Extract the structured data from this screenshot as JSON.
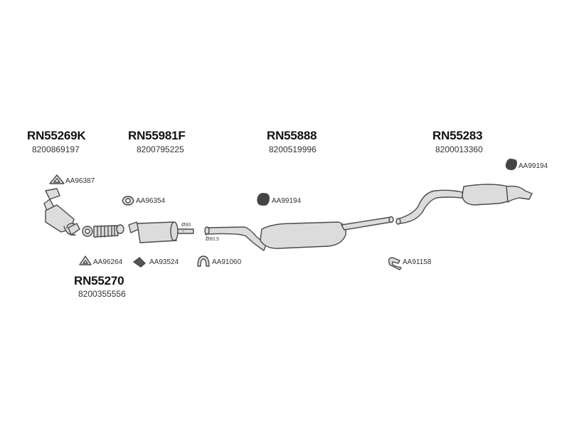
{
  "groups": [
    {
      "code": "RN55269K",
      "oem": "8200869197"
    },
    {
      "code": "RN55981F",
      "oem": "8200795225"
    },
    {
      "code": "RN55888",
      "oem": "8200519996"
    },
    {
      "code": "RN55283",
      "oem": "8200013360"
    },
    {
      "code": "RN55270",
      "oem": "8200355556"
    }
  ],
  "accessories": [
    {
      "code": "AA96387",
      "icon": "gasket-icon"
    },
    {
      "code": "AA96354",
      "icon": "gasket-icon"
    },
    {
      "code": "AA99194",
      "icon": "rubber-hanger-icon"
    },
    {
      "code": "AA99194",
      "icon": "rubber-hanger-icon"
    },
    {
      "code": "AA96264",
      "icon": "gasket-icon"
    },
    {
      "code": "AA93524",
      "icon": "spring-bolt-icon"
    },
    {
      "code": "AA91060",
      "icon": "pipe-clamp-icon"
    },
    {
      "code": "AA91158",
      "icon": "hanger-clip-icon"
    }
  ],
  "dimensions": {
    "d1": "Ø60",
    "d2": "Ø60.5"
  },
  "colors": {
    "part_fill": "#dcdcdc",
    "part_stroke": "#4a4a4a",
    "text": "#222222"
  }
}
